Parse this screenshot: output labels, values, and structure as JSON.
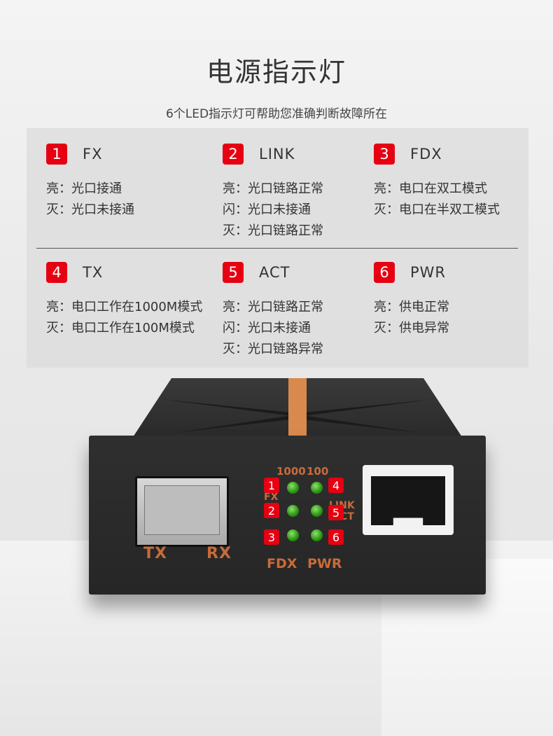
{
  "title": "电源指示灯",
  "subtitle": "6个LED指示灯可帮助您准确判断故障所在",
  "indicators": [
    {
      "num": "1",
      "name": "FX",
      "lines": [
        "亮：光口接通",
        "灭：光口未接通"
      ]
    },
    {
      "num": "2",
      "name": "LINK",
      "lines": [
        "亮：光口链路正常",
        "闪：光口未接通",
        "灭：光口链路正常"
      ]
    },
    {
      "num": "3",
      "name": "FDX",
      "lines": [
        "亮：电口在双工模式",
        "灭：电口在半双工模式"
      ]
    },
    {
      "num": "4",
      "name": "TX",
      "lines": [
        "亮：电口工作在1000M模式",
        "灭：电口工作在100M模式"
      ]
    },
    {
      "num": "5",
      "name": "ACT",
      "lines": [
        "亮：光口链路正常",
        "闪：光口未接通",
        "灭：光口链路异常"
      ]
    },
    {
      "num": "6",
      "name": "PWR",
      "lines": [
        "亮：供电正常",
        "灭：供电异常"
      ]
    }
  ],
  "device": {
    "sfp_tx": "TX",
    "sfp_rx": "RX",
    "speed_1000": "1000",
    "speed_100": "100",
    "led_fx": "FX",
    "led_link": "LINK",
    "led_act": "/ACT",
    "led_fdx": "FDX",
    "led_pwr": "PWR"
  },
  "colors": {
    "badge": "#e60012",
    "device_label": "#c86b3a",
    "led": "#2f9a18"
  }
}
